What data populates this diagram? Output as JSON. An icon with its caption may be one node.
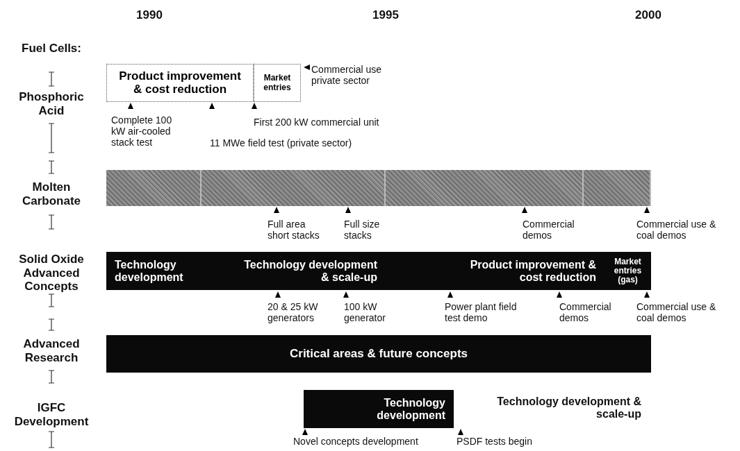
{
  "diagram": {
    "nodes": [
      {
        "text": [
          "Product improvement & cost reduction"
        ]
      },
      {
        "text": [
          "Market entries"
        ]
      },
      {
        "text": [],
        "shape": "bar"
      },
      {
        "text": [],
        "shape": "bar"
      },
      {
        "text": [],
        "shape": "bar"
      },
      {
        "text": [],
        "shape": "bar"
      },
      {
        "text": [
          "Technology development"
        ]
      },
      {
        "text": [
          "Technology development & scale-up"
        ]
      },
      {
        "text": [
          "Product improvement & cost reduction"
        ]
      },
      {
        "text": [
          "Market entries (gas)"
        ]
      },
      {
        "text": [
          "Critical areas & future concepts"
        ]
      },
      {
        "text": [
          "Technology development"
        ]
      }
    ],
    "labels": [
      "1990",
      "1995",
      "2000",
      "Fuel Cells:",
      "Phosphoric Acid",
      "Commercial use private sector",
      "Complete 100 kW air-cooled stack test",
      "First 200 kW commercial unit",
      "11 MWe field test (private sector)",
      "Molten Carbonate",
      "Full area short stacks",
      "Full size stacks",
      "Commercial demos",
      "Commercial use & coal demos",
      "Solid Oxide Advanced Concepts",
      "20 & 25 kW generators",
      "100 kW generator",
      "Power plant field test demo",
      "Commercial demos",
      "Commercial use & coal demos",
      "Advanced Research",
      "IGFC Development",
      "Technology development & scale-up",
      "Novel concepts development",
      "PSDF tests begin"
    ]
  }
}
